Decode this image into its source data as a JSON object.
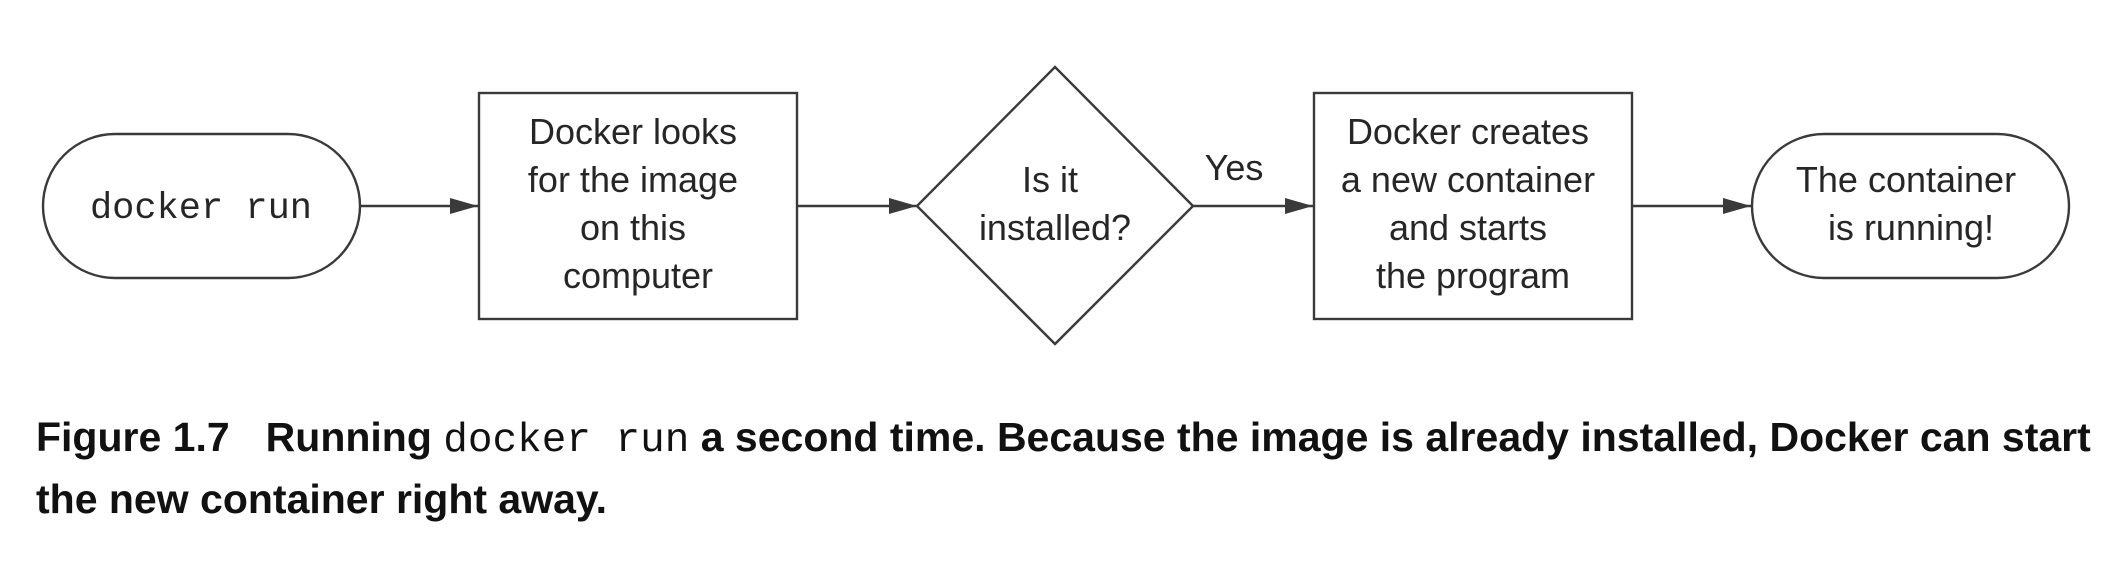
{
  "diagram": {
    "nodes": [
      {
        "id": "start",
        "shape": "terminal",
        "mono": true,
        "lines": [
          "docker run"
        ]
      },
      {
        "id": "look",
        "shape": "process",
        "mono": false,
        "lines": [
          "Docker looks",
          "for the image",
          "on this",
          "computer"
        ]
      },
      {
        "id": "decision",
        "shape": "decision",
        "mono": false,
        "lines": [
          "Is it",
          "installed?"
        ]
      },
      {
        "id": "create",
        "shape": "process",
        "mono": false,
        "lines": [
          "Docker creates",
          "a new container",
          "and starts",
          "the program"
        ]
      },
      {
        "id": "end",
        "shape": "terminal",
        "mono": false,
        "lines": [
          "The container",
          "is running!"
        ]
      }
    ],
    "edges": [
      {
        "from": "start",
        "to": "look",
        "label": ""
      },
      {
        "from": "look",
        "to": "decision",
        "label": ""
      },
      {
        "from": "decision",
        "to": "create",
        "label": "Yes"
      },
      {
        "from": "create",
        "to": "end",
        "label": ""
      }
    ]
  },
  "caption": {
    "figure_number": "Figure 1.7",
    "text_before_code": "Running ",
    "code": "docker run",
    "text_after_code": " a second time. Because the image is already installed, Docker can start the new container right away."
  }
}
